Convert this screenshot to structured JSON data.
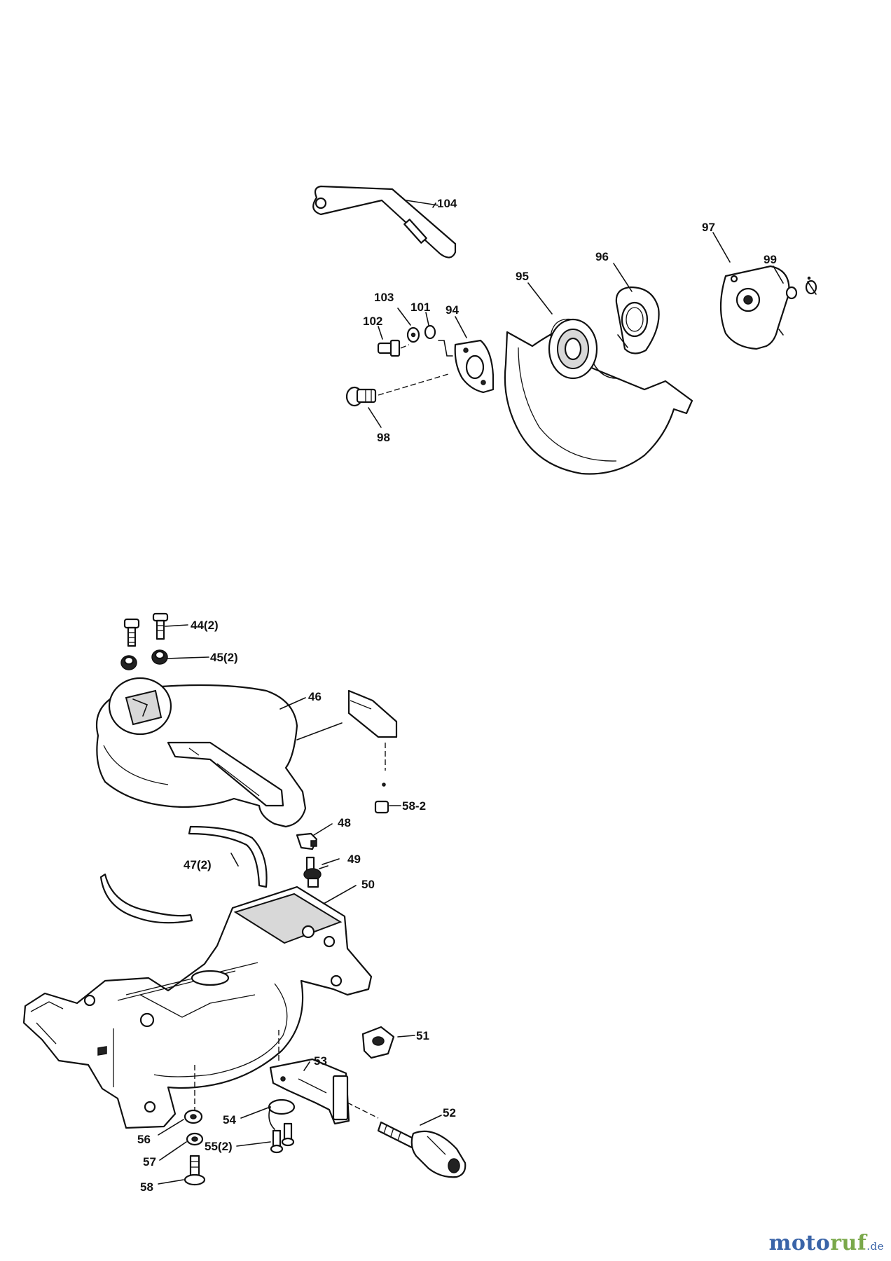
{
  "labels": {
    "p104": "104",
    "p97": "97",
    "p96": "96",
    "p95": "95",
    "p99": "99",
    "p103": "103",
    "p101": "101",
    "p94": "94",
    "p102": "102",
    "p98": "98",
    "p44": "44(2)",
    "p45": "45(2)",
    "p46": "46",
    "p58_2": "58-2",
    "p48": "48",
    "p47": "47(2)",
    "p49": "49",
    "p50": "50",
    "p51": "51",
    "p53": "53",
    "p52": "52",
    "p54": "54",
    "p56": "56",
    "p55": "55(2)",
    "p57": "57",
    "p58": "58"
  },
  "watermark": {
    "part1": "moto",
    "part2": "ruf",
    "part3": ".de"
  },
  "colors": {
    "brand_blue": "#3a64a8",
    "brand_green": "#7aa84a"
  }
}
